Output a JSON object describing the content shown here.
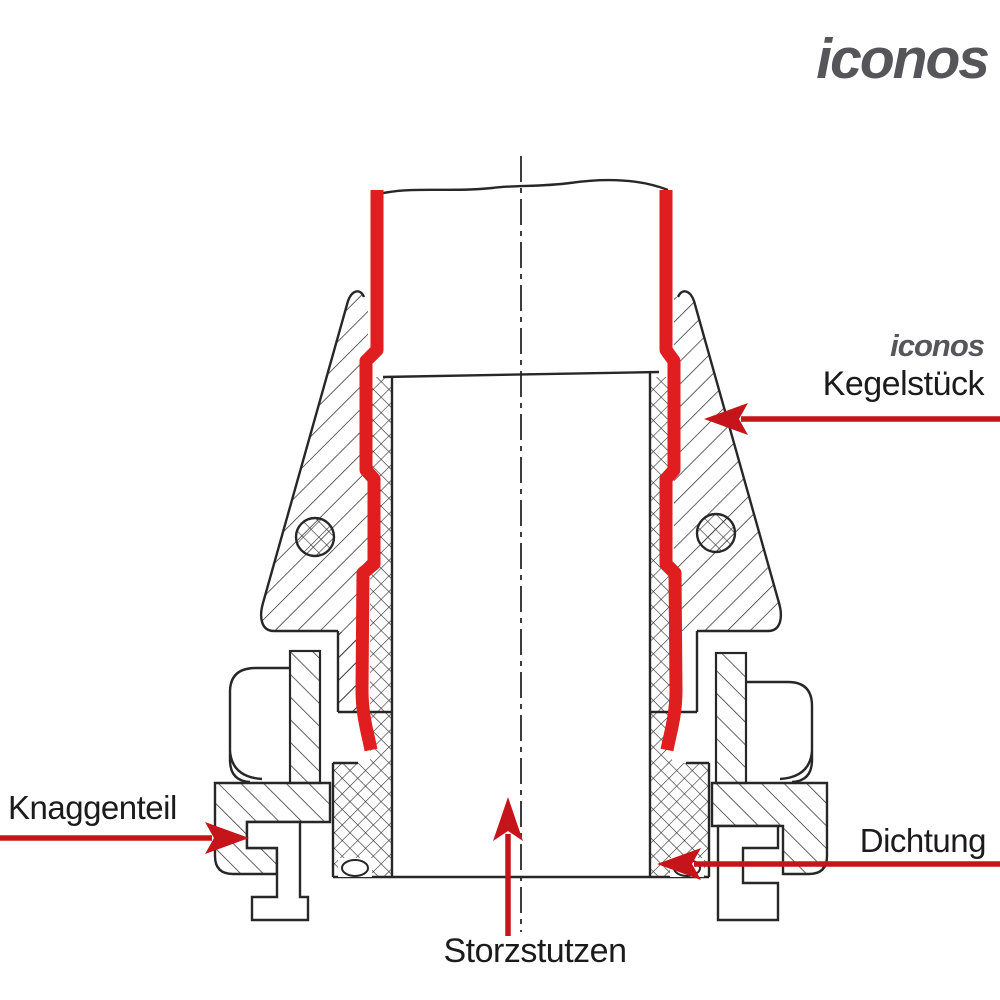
{
  "brand": {
    "logo": "iconos"
  },
  "labels": {
    "kegelstueck_brand": "iconos",
    "kegelstueck": "Kegelstück",
    "knaggenteil": "Knaggenteil",
    "dichtung": "Dichtung",
    "storzstutzen": "Storzstutzen"
  },
  "colors": {
    "brand_gray": "#55555a",
    "highlight_red": "#e01d1f",
    "arrow_red": "#c6151a",
    "drawing_line": "#272727"
  }
}
